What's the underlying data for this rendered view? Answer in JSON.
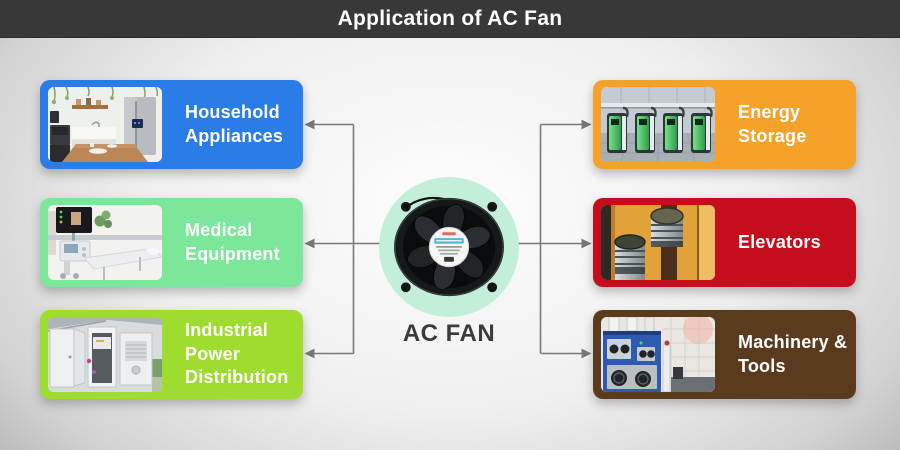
{
  "header": {
    "title": "Application of AC Fan",
    "bar_color": "#383838",
    "text_color": "#ffffff"
  },
  "center": {
    "label": "AC FAN",
    "circle_color": "#c3eed8",
    "label_color": "#3b3b3b",
    "image": "ac-fan-photo"
  },
  "connector_color": "#787878",
  "applications": {
    "left": [
      {
        "label": "Household Appliances",
        "color": "#2a7ce9",
        "photo": "kitchen-interior"
      },
      {
        "label": "Medical Equipment",
        "color": "#7ce79a",
        "photo": "medical-equipment-room"
      },
      {
        "label": "Industrial Power Distribution",
        "color": "#9edc2f",
        "photo": "outdoor-power-cabinets"
      }
    ],
    "right": [
      {
        "label": "Energy Storage",
        "color": "#f5a12a",
        "photo": "ev-charging-stations"
      },
      {
        "label": "Elevators",
        "color": "#c60d1d",
        "photo": "glass-elevators"
      },
      {
        "label": "Machinery & Tools",
        "color": "#5b3b1d",
        "photo": "industrial-machines"
      }
    ]
  }
}
